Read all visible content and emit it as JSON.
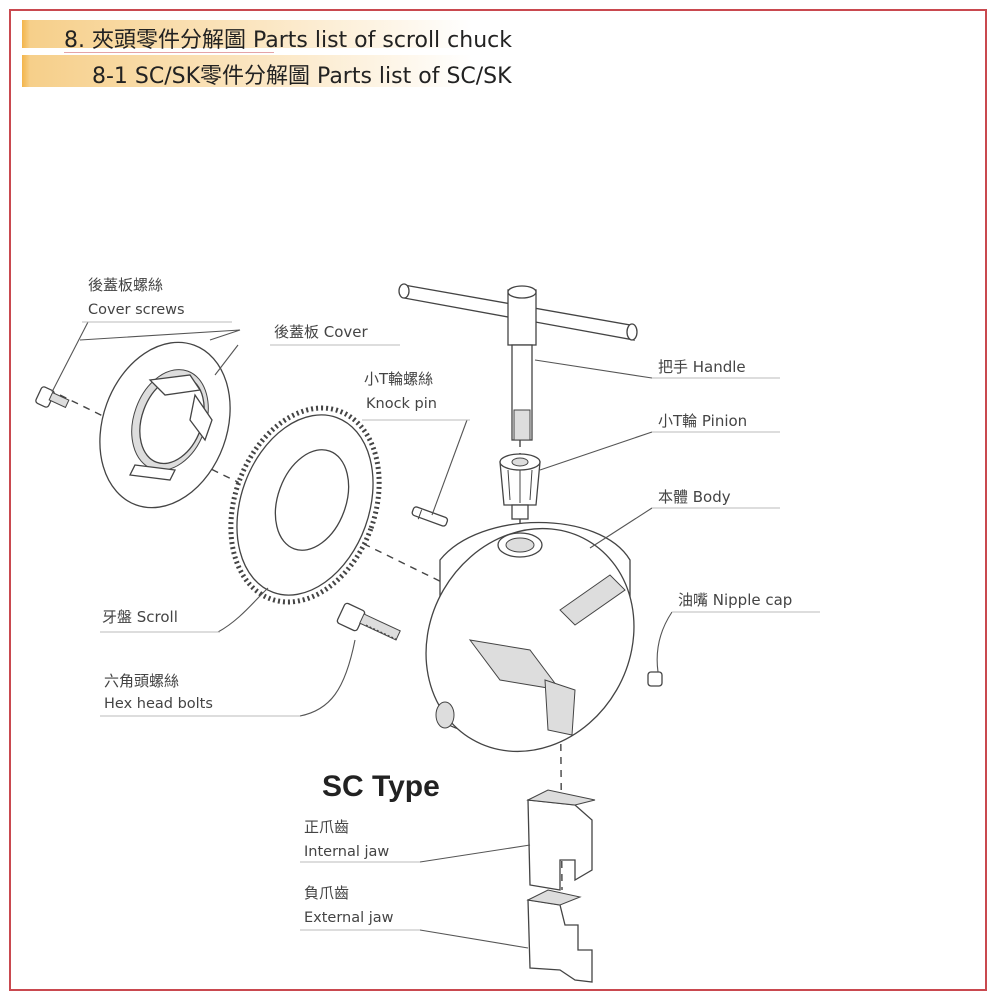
{
  "header": {
    "title": "8. 夾頭零件分解圖 Parts list of scroll chuck",
    "subtitle": "8-1 SC/SK零件分解圖 Parts list of SC/SK"
  },
  "diagram": {
    "type_label": "SC Type",
    "parts": [
      {
        "id": "cover_screws",
        "zh": "後蓋板螺絲",
        "en": "Cover screws"
      },
      {
        "id": "cover",
        "zh": "後蓋板 Cover",
        "en": ""
      },
      {
        "id": "knock_pin",
        "zh": "小T輪螺絲",
        "en": "Knock pin"
      },
      {
        "id": "handle",
        "zh": "把手 Handle",
        "en": ""
      },
      {
        "id": "pinion",
        "zh": "小T輪 Pinion",
        "en": ""
      },
      {
        "id": "body",
        "zh": "本體 Body",
        "en": ""
      },
      {
        "id": "nipple_cap",
        "zh": "油嘴 Nipple cap",
        "en": ""
      },
      {
        "id": "scroll",
        "zh": "牙盤 Scroll",
        "en": ""
      },
      {
        "id": "hex_bolts",
        "zh": "六角頭螺絲",
        "en": "Hex head bolts"
      },
      {
        "id": "internal_jaw",
        "zh": "正爪齒",
        "en": "Internal jaw"
      },
      {
        "id": "external_jaw",
        "zh": "負爪齒",
        "en": "External jaw"
      }
    ]
  },
  "colors": {
    "frame": "#c9494f",
    "header_accent": "#f3b54a"
  }
}
